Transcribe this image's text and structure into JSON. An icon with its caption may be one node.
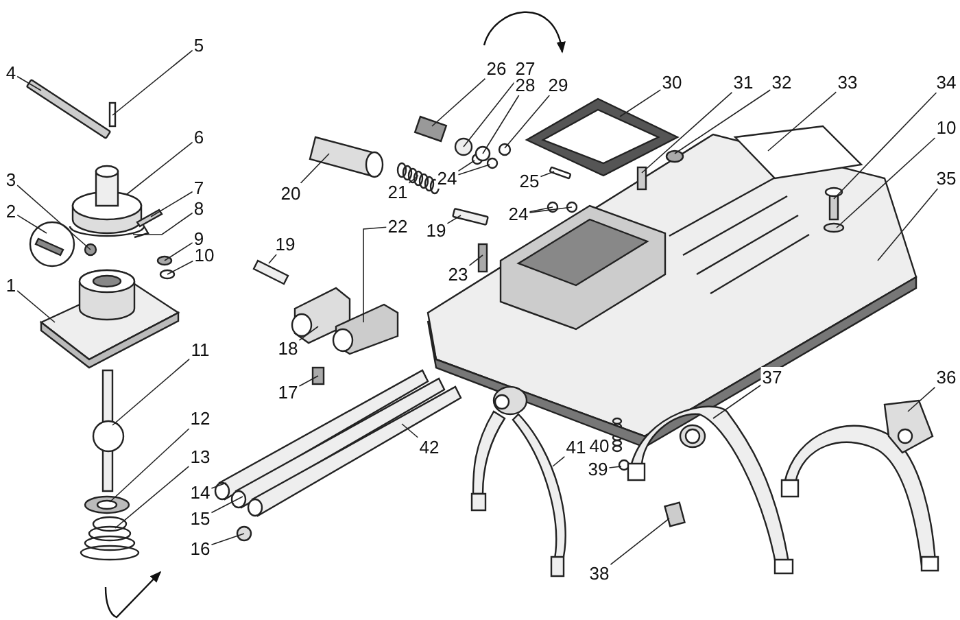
{
  "diagram": {
    "nodes": [
      {
        "text": [
          "5"
        ]
      },
      {
        "text": [
          "4"
        ]
      },
      {
        "text": [
          "6"
        ]
      },
      {
        "text": [
          "3"
        ]
      },
      {
        "text": [
          "7"
        ]
      },
      {
        "text": [
          "8"
        ]
      },
      {
        "text": [
          "2"
        ]
      },
      {
        "text": [
          "9"
        ]
      },
      {
        "text": [
          "10"
        ]
      },
      {
        "text": [
          "1"
        ]
      },
      {
        "text": [
          "11"
        ]
      },
      {
        "text": [
          "12"
        ]
      },
      {
        "text": [
          "13"
        ]
      },
      {
        "text": [
          "14"
        ]
      },
      {
        "text": [
          "15"
        ]
      },
      {
        "text": [
          "16"
        ]
      },
      {
        "text": [
          "17"
        ]
      },
      {
        "text": [
          "18"
        ]
      },
      {
        "text": [
          "19"
        ]
      },
      {
        "text": [
          "20"
        ]
      },
      {
        "text": [
          "21"
        ]
      },
      {
        "text": [
          "22"
        ]
      },
      {
        "text": [
          "19"
        ]
      },
      {
        "text": [
          "23"
        ]
      },
      {
        "text": [
          "24"
        ]
      },
      {
        "text": [
          "25"
        ]
      },
      {
        "text": [
          "24"
        ]
      },
      {
        "text": [
          "26"
        ]
      },
      {
        "text": [
          "27"
        ]
      },
      {
        "text": [
          "28"
        ]
      },
      {
        "text": [
          "29"
        ]
      },
      {
        "text": [
          "30"
        ]
      },
      {
        "text": [
          "31"
        ]
      },
      {
        "text": [
          "32"
        ]
      },
      {
        "text": [
          "33"
        ]
      },
      {
        "text": [
          "34"
        ]
      },
      {
        "text": [
          "10"
        ]
      },
      {
        "text": [
          "35"
        ]
      },
      {
        "text": [
          "41"
        ]
      },
      {
        "text": [
          "40"
        ]
      },
      {
        "text": [
          "39"
        ]
      },
      {
        "text": [
          "42"
        ]
      },
      {
        "text": [
          "38"
        ]
      },
      {
        "text": [
          "37"
        ]
      },
      {
        "text": [
          "36"
        ]
      },
      {
        "text": [],
        "shape": "box"
      },
      {
        "text": [],
        "shape": "bar"
      },
      {
        "text": [],
        "shape": "picture"
      },
      {
        "text": [],
        "shape": "circle"
      },
      {
        "text": [],
        "shape": "picture"
      },
      {
        "text": [],
        "shape": "picture"
      },
      {
        "text": [],
        "shape": "picture"
      },
      {
        "text": [],
        "shape": "circle"
      },
      {
        "text": [],
        "shape": "circle"
      },
      {
        "text": [],
        "shape": "picture"
      },
      {
        "text": [],
        "shape": "picture"
      },
      {
        "text": [],
        "shape": "picture"
      },
      {
        "text": [],
        "shape": "picture"
      },
      {
        "text": [],
        "shape": "picture"
      },
      {
        "text": [],
        "shape": "picture"
      },
      {
        "text": [],
        "shape": "circle"
      },
      {
        "text": [],
        "shape": "box"
      },
      {
        "text": [],
        "shape": "picture"
      },
      {
        "text": [],
        "shape": "picture"
      },
      {
        "text": [],
        "shape": "picture"
      },
      {
        "text": [],
        "shape": "picture"
      },
      {
        "text": [],
        "shape": "picture"
      },
      {
        "text": [],
        "shape": "bar"
      },
      {
        "text": [],
        "shape": "box"
      },
      {
        "text": [],
        "shape": "circle"
      },
      {
        "text": [],
        "shape": "circle"
      },
      {
        "text": [],
        "shape": "bar"
      },
      {
        "text": [],
        "shape": "circle"
      },
      {
        "text": [],
        "shape": "circle"
      },
      {
        "text": [],
        "shape": "box"
      },
      {
        "text": [],
        "shape": "circle"
      },
      {
        "text": [],
        "shape": "circle"
      },
      {
        "text": [],
        "shape": "circle"
      },
      {
        "text": [],
        "shape": "picture"
      },
      {
        "text": [],
        "shape": "box"
      },
      {
        "text": [],
        "shape": "circle"
      },
      {
        "text": [],
        "shape": "picture"
      },
      {
        "text": [],
        "shape": "picture"
      },
      {
        "text": [],
        "shape": "circle"
      },
      {
        "text": [],
        "shape": "picture"
      },
      {
        "text": [],
        "shape": "picture"
      },
      {
        "text": [],
        "shape": "circle"
      },
      {
        "text": [],
        "shape": "picture"
      },
      {
        "text": [],
        "shape": "box"
      },
      {
        "text": [],
        "shape": "picture"
      },
      {
        "text": [],
        "shape": "picture"
      }
    ],
    "edges": [
      {
        "from": 0,
        "to": 45,
        "arrow": "none"
      },
      {
        "from": 1,
        "to": 46,
        "arrow": "none"
      },
      {
        "from": 2,
        "to": 47,
        "arrow": "none"
      },
      {
        "from": 3,
        "to": 48,
        "arrow": "none"
      },
      {
        "from": 4,
        "to": 49,
        "arrow": "none"
      },
      {
        "from": 5,
        "to": 50,
        "arrow": "none"
      },
      {
        "from": 6,
        "to": 51,
        "arrow": "none"
      },
      {
        "from": 7,
        "to": 52,
        "arrow": "none"
      },
      {
        "from": 8,
        "to": 53,
        "arrow": "none"
      },
      {
        "from": 9,
        "to": 54,
        "arrow": "none"
      },
      {
        "from": 10,
        "to": 55,
        "arrow": "none"
      },
      {
        "from": 11,
        "to": 56,
        "arrow": "none"
      },
      {
        "from": 12,
        "to": 57,
        "arrow": "none"
      },
      {
        "from": 13,
        "to": 58,
        "arrow": "none"
      },
      {
        "from": 14,
        "to": 59,
        "arrow": "none"
      },
      {
        "from": 15,
        "to": 60,
        "arrow": "none"
      },
      {
        "from": 16,
        "to": 61,
        "arrow": "none"
      },
      {
        "from": 17,
        "to": 62,
        "arrow": "none"
      },
      {
        "from": 18,
        "to": 63,
        "arrow": "none"
      },
      {
        "from": 19,
        "to": 64,
        "arrow": "none"
      },
      {
        "from": 20,
        "to": 65,
        "arrow": "none"
      },
      {
        "from": 21,
        "to": 66,
        "arrow": "none"
      },
      {
        "from": 22,
        "to": 67,
        "arrow": "none"
      },
      {
        "from": 23,
        "to": 68,
        "arrow": "none"
      },
      {
        "from": 24,
        "to": 69,
        "arrow": "none"
      },
      {
        "from": 24,
        "to": 70,
        "arrow": "none"
      },
      {
        "from": 25,
        "to": 71,
        "arrow": "none"
      },
      {
        "from": 26,
        "to": 72,
        "arrow": "none"
      },
      {
        "from": 26,
        "to": 73,
        "arrow": "none"
      },
      {
        "from": 27,
        "to": 74,
        "arrow": "none"
      },
      {
        "from": 28,
        "to": 75,
        "arrow": "none"
      },
      {
        "from": 29,
        "to": 76,
        "arrow": "none"
      },
      {
        "from": 30,
        "to": 77,
        "arrow": "none"
      },
      {
        "from": 31,
        "to": 78,
        "arrow": "none"
      },
      {
        "from": 32,
        "to": 79,
        "arrow": "none"
      },
      {
        "from": 33,
        "to": 80,
        "arrow": "none"
      },
      {
        "from": 34,
        "to": 81,
        "arrow": "none"
      },
      {
        "from": 35,
        "to": 82,
        "arrow": "none"
      },
      {
        "from": 36,
        "to": 83,
        "arrow": "none"
      },
      {
        "from": 37,
        "to": 84,
        "arrow": "none"
      },
      {
        "from": 38,
        "to": 85,
        "arrow": "none"
      },
      {
        "from": 40,
        "to": 86,
        "arrow": "none"
      },
      {
        "from": 41,
        "to": 87,
        "arrow": "none"
      },
      {
        "from": 42,
        "to": 88,
        "arrow": "none"
      },
      {
        "from": 43,
        "to": 89,
        "arrow": "none"
      },
      {
        "from": 44,
        "to": 90,
        "arrow": "none"
      }
    ]
  }
}
